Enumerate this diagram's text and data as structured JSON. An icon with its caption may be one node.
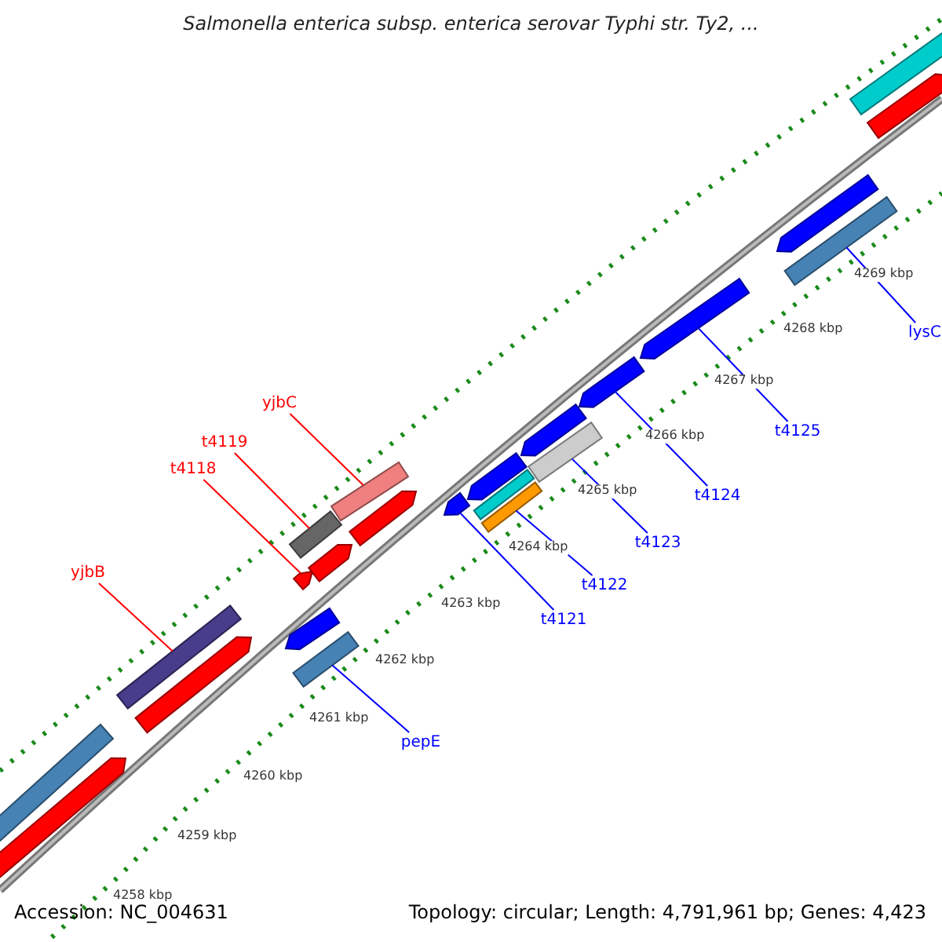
{
  "diagram": {
    "title": "Salmonella enterica subsp. enterica serovar Typhi str. Ty2, ...",
    "nodes": [
      {
        "text": [
          "yjbC"
        ]
      },
      {
        "text": [
          "t4119"
        ]
      },
      {
        "text": [
          "t4118"
        ]
      },
      {
        "text": [
          "yjbB"
        ]
      },
      {
        "text": [
          "lysC"
        ]
      },
      {
        "text": [
          "t4125"
        ]
      },
      {
        "text": [
          "t4124"
        ]
      },
      {
        "text": [
          "t4123"
        ]
      },
      {
        "text": [
          "t4122"
        ]
      },
      {
        "text": [
          "t4121"
        ]
      },
      {
        "text": [
          "pepE"
        ]
      },
      {
        "text": [],
        "shape": "bar"
      },
      {
        "text": [],
        "shape": "arrow"
      },
      {
        "text": [],
        "shape": "bar"
      },
      {
        "text": [],
        "shape": "arrow"
      },
      {
        "text": [],
        "shape": "arrow"
      },
      {
        "text": [],
        "shape": "arrow"
      },
      {
        "text": [],
        "shape": "bar"
      },
      {
        "text": [],
        "shape": "bar"
      },
      {
        "text": [],
        "shape": "arrow"
      },
      {
        "text": [],
        "shape": "bar"
      },
      {
        "text": [],
        "shape": "arrow"
      },
      {
        "text": [],
        "shape": "arrow"
      },
      {
        "text": [],
        "shape": "arrow"
      },
      {
        "text": [],
        "shape": "bar"
      },
      {
        "text": [],
        "shape": "bar"
      },
      {
        "text": [],
        "shape": "arrow"
      },
      {
        "text": [],
        "shape": "bar"
      },
      {
        "text": [],
        "shape": "arrow"
      },
      {
        "text": [],
        "shape": "arrow"
      },
      {
        "text": [],
        "shape": "arrow"
      },
      {
        "text": [],
        "shape": "bar"
      },
      {
        "text": [],
        "shape": "bar"
      },
      {
        "text": [],
        "shape": "arrow"
      }
    ],
    "edges": [
      {
        "from": 0,
        "to": 20,
        "arrow": "none",
        "color": "#ff0000"
      },
      {
        "from": 1,
        "to": 17,
        "arrow": "none",
        "color": "#ff0000"
      },
      {
        "from": 2,
        "to": 15,
        "arrow": "none",
        "color": "#ff0000"
      },
      {
        "from": 3,
        "to": 13,
        "arrow": "none",
        "color": "#ff0000"
      },
      {
        "from": 4,
        "to": 31,
        "arrow": "none"
      },
      {
        "from": 5,
        "to": 29,
        "arrow": "none"
      },
      {
        "from": 6,
        "to": 28,
        "arrow": "none"
      },
      {
        "from": 7,
        "to": 27,
        "arrow": "none"
      },
      {
        "from": 8,
        "to": 25,
        "arrow": "none"
      },
      {
        "from": 9,
        "to": 22,
        "arrow": "none"
      },
      {
        "from": 10,
        "to": 18,
        "arrow": "none"
      }
    ],
    "labels": [
      "4269 kbp",
      "4268 kbp",
      "4267 kbp",
      "4266 kbp",
      "4265 kbp",
      "4264 kbp",
      "4263 kbp",
      "4262 kbp",
      "4261 kbp",
      "4260 kbp",
      "4259 kbp",
      "4258 kbp",
      "Accession: NC_004631",
      "Topology: circular; Length: 4,791,961 bp; Genes: 4,423"
    ]
  }
}
